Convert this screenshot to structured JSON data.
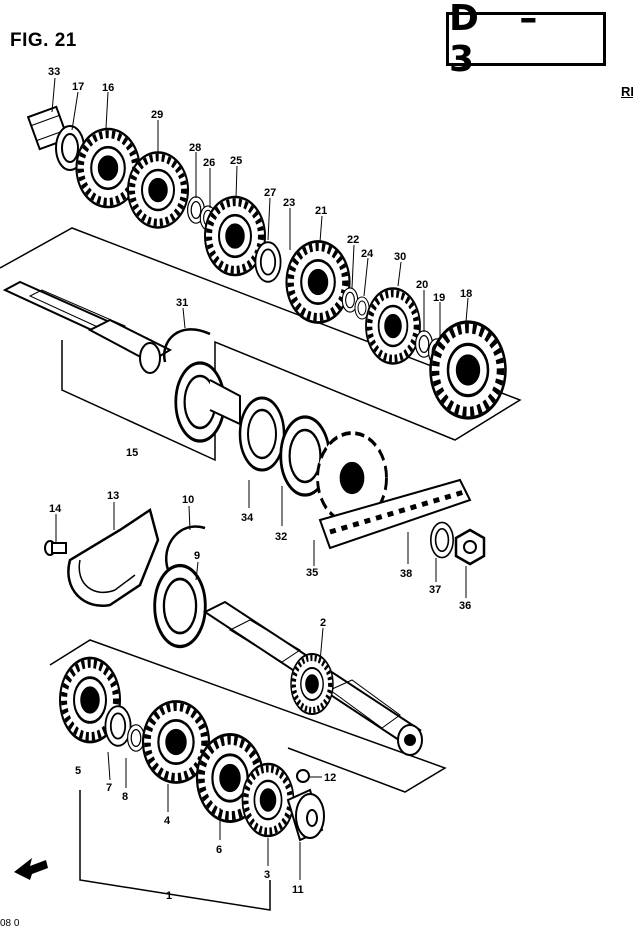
{
  "header": {
    "figure_label": "FIG. 21",
    "section_code": "D – 3",
    "edge_fragment": "RE",
    "bottom_fragment": "08 0"
  },
  "callouts": [
    "33",
    "17",
    "16",
    "29",
    "28",
    "26",
    "25",
    "27",
    "23",
    "21",
    "22",
    "24",
    "30",
    "20",
    "19",
    "18",
    "31",
    "15",
    "34",
    "32",
    "35",
    "38",
    "37",
    "36",
    "14",
    "13",
    "10",
    "9",
    "2",
    "5",
    "7",
    "8",
    "4",
    "6",
    "3",
    "12",
    "11",
    "1"
  ],
  "colors": {
    "ink": "#000000",
    "paper": "#ffffff"
  }
}
